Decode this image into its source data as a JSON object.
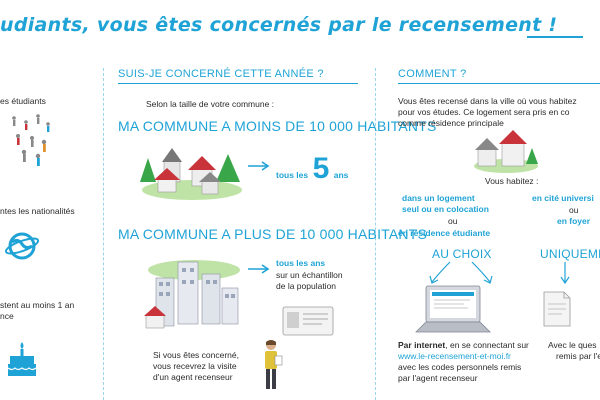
{
  "header": {
    "title": "udiants, vous êtes concernés par le recensement !",
    "tail": "!"
  },
  "left": {
    "item1": "es étudiants",
    "item2": "ntes les nationalités",
    "item3a": "stent au moins 1 an",
    "item3b": "nce"
  },
  "middle": {
    "heading": "SUIS-JE CONCERNÉ CETTE ANNÉE ?",
    "intro": "Selon la taille de votre commune :",
    "small_commune": "MA COMMUNE A MOINS DE 10 000 HABITANTS",
    "small_prefix": "tous les",
    "small_number": "5",
    "small_suffix": "ans",
    "large_commune": "MA COMMUNE A PLUS DE 10 000 HABITANTS",
    "large_line1": "tous les ans",
    "large_line2": "sur un échantillon",
    "large_line3": "de la population",
    "agent_line1": "Si vous êtes concerné,",
    "agent_line2": "vous recevrez la visite",
    "agent_line3": "d'un agent recenseur"
  },
  "right": {
    "heading": "COMMENT ?",
    "intro_line1": "Vous êtes recensé dans la ville où vous habitez",
    "intro_line2": "pour vos études. Ce logement sera pris en co",
    "intro_line3": "comme résidence principale",
    "habitez": "Vous habitez :",
    "housing_line1": "dans un logement",
    "housing_line2": "seul ou en colocation",
    "housing_or1": "ou",
    "housing_line3": "en résidence étudiante",
    "alt_line1": "en cité universi",
    "alt_or": "ou",
    "alt_line2": "en foyer",
    "choice": "AU CHOIX",
    "only": "UNIQUEMEN",
    "internet_bold": "Par internet",
    "internet_rest": ", en se connectant sur",
    "internet_url": "www.le-recensement-et-moi.fr",
    "internet_line3": "avec les codes personnels remis",
    "internet_line4": "par l'agent recenseur",
    "paper_line1": "Avec le ques",
    "paper_line2": "remis par l'e"
  },
  "colors": {
    "accent": "#1fa3d6",
    "house_red": "#c8343a",
    "tree_green": "#3aa64a"
  }
}
